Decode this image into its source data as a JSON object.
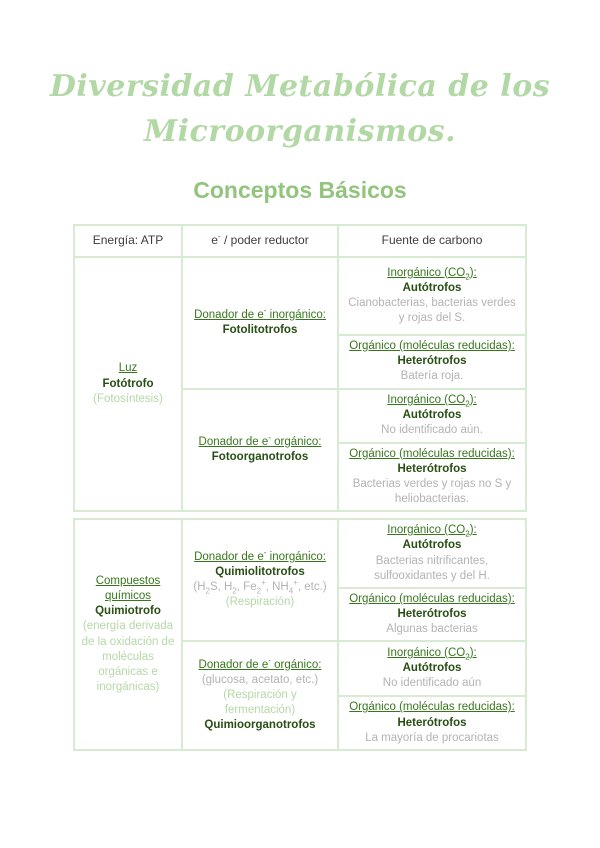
{
  "doc": {
    "title_line1": "Diversidad Metabólica de los",
    "title_line2": "Microorganismos.",
    "subtitle": "Conceptos Básicos"
  },
  "colors": {
    "title_green": "#b2d8a5",
    "subtitle_green": "#93c47d",
    "link_green": "#38761d",
    "dark_green": "#274e13",
    "light_green_note": "#b6d7a8",
    "gray_text": "#b3b3b3",
    "table_border": "#d9ead3"
  },
  "table": {
    "headers": {
      "energy": "Energía: ATP",
      "electron_pre": "e",
      "electron_sup": "-",
      "electron_post": " / poder reductor",
      "carbon": "Fuente de carbono"
    },
    "labels": {
      "inorganico_pre": "Inorgánico (CO",
      "inorganico_sub": "2",
      "inorganico_post": "):",
      "organico": "Orgánico (moléculas reducidas):",
      "autotrofos": "Autótrofos",
      "heterotrofos": "Heterótrofos",
      "donador_pre": "Donador de e",
      "donador_sup": "-",
      "donador_inorganico_post": " inorgánico:",
      "donador_organico_post": " orgánico:"
    },
    "sections": [
      {
        "energy": {
          "link": "Luz",
          "bold": "Fotótrofo",
          "note": "(Fotosíntesis)"
        },
        "donor_inorganic": {
          "bold": "Fotolitotrofos"
        },
        "donor_organic": {
          "bold": "Fotoorganotrofos"
        },
        "carbon": [
          "Cianobacterias, bacterias verdes y rojas del S.",
          "Batería roja.",
          "No identificado aún.",
          "Bacterias verdes y rojas no S y heliobacterias."
        ]
      },
      {
        "energy": {
          "link": "Compuestos químicos",
          "bold": "Quimiotrofo",
          "note": "(energía derivada de la oxidación de moléculas orgánicas e inorgánicas)"
        },
        "donor_inorganic": {
          "bold": "Quimiolitotrofos",
          "examples": {
            "p1": "(H",
            "sub1": "2",
            "p2": "S, H",
            "sub2": "2",
            "p3": ", Fe",
            "sub3": "2",
            "sup3": "+",
            "p4": ", NH",
            "sub4": "4",
            "sup4": "+",
            "p5": ", etc.)"
          },
          "note": "(Respiración)"
        },
        "donor_organic": {
          "gray": "(glucosa, acetato, etc.)",
          "note": "(Respiración y fermentación)",
          "bold": "Quimioorganotrofos"
        },
        "carbon": [
          "Bacterias nitrificantes, sulfooxidantes y del H.",
          "Algunas bacterias",
          "No identificado aún",
          "La mayoría de procariotas"
        ]
      }
    ]
  }
}
